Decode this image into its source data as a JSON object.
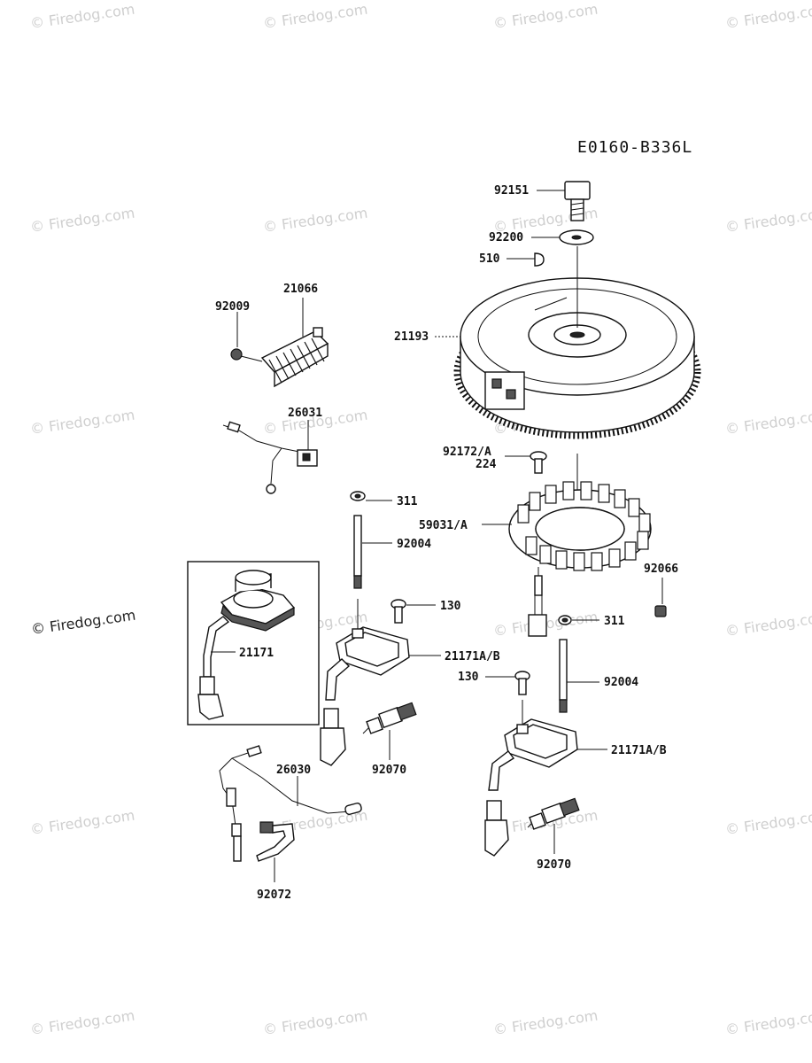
{
  "diagram_code": "E0160-B336L",
  "watermark": "© Firedog.com",
  "watermark_main": "© Firedog.com",
  "labels": {
    "p92151": "92151",
    "p92200": "92200",
    "p510": "510",
    "p21193": "21193",
    "p21066": "21066",
    "p92009": "92009",
    "p26031": "26031",
    "p92172A": "92172/A",
    "p224": "224",
    "p311a": "311",
    "p59031A": "59031/A",
    "p92004a": "92004",
    "p92066": "92066",
    "p130a": "130",
    "p311b": "311",
    "p21171": "21171",
    "p21171ABa": "21171A/B",
    "p130b": "130",
    "p92004b": "92004",
    "p21171ABb": "21171A/B",
    "p26030": "26030",
    "p92070a": "92070",
    "p92070b": "92070",
    "p92072": "92072"
  }
}
